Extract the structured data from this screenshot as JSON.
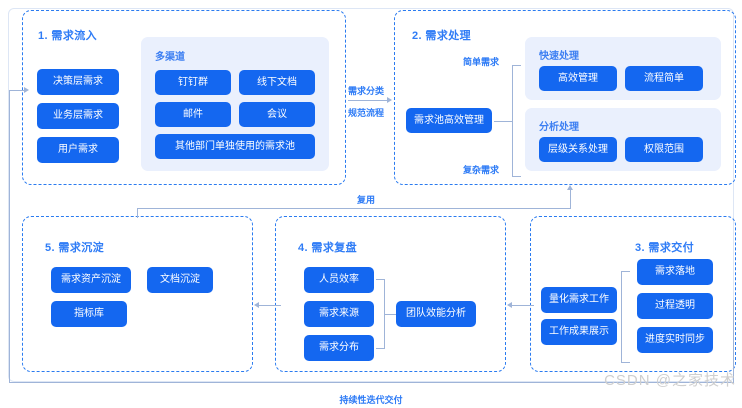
{
  "diagram": {
    "watermark": "CSDN @之家技术",
    "bottom_loop_label": "持续性迭代交付",
    "accent_color": "#1467f0",
    "panel_color": "#eaf0fd",
    "connector_color": "#9fb4d8"
  },
  "stage1": {
    "title": "1. 需求流入",
    "left_items": [
      "决策层需求",
      "业务层需求",
      "用户需求"
    ],
    "panel": {
      "title": "多渠道",
      "items": [
        "钉钉群",
        "线下文档",
        "邮件",
        "会议",
        "其他部门单独使用的需求池"
      ]
    }
  },
  "stage2": {
    "title": "2. 需求处理",
    "hub": "需求池高效管理",
    "branch_labels": {
      "simple": "简单需求",
      "complex": "复杂需求"
    },
    "panels": [
      {
        "title": "快速处理",
        "items": [
          "高效管理",
          "流程简单"
        ]
      },
      {
        "title": "分析处理",
        "items": [
          "层级关系处理",
          "权限范围"
        ]
      }
    ]
  },
  "stage3": {
    "title": "3. 需求交付",
    "left_items": [
      "量化需求工作",
      "工作成果展示"
    ],
    "right_items": [
      "需求落地",
      "过程透明",
      "进度实时同步"
    ]
  },
  "stage4": {
    "title": "4. 需求复盘",
    "left_items": [
      "人员效率",
      "需求来源",
      "需求分布"
    ],
    "result": "团队效能分析"
  },
  "stage5": {
    "title": "5. 需求沉淀",
    "items": [
      "需求资产沉淀",
      "文档沉淀",
      "指标库"
    ]
  },
  "edges": {
    "s1_to_s2_top": "需求分类",
    "s1_to_s2_bottom": "规范流程",
    "s5_to_s2": "复用"
  }
}
